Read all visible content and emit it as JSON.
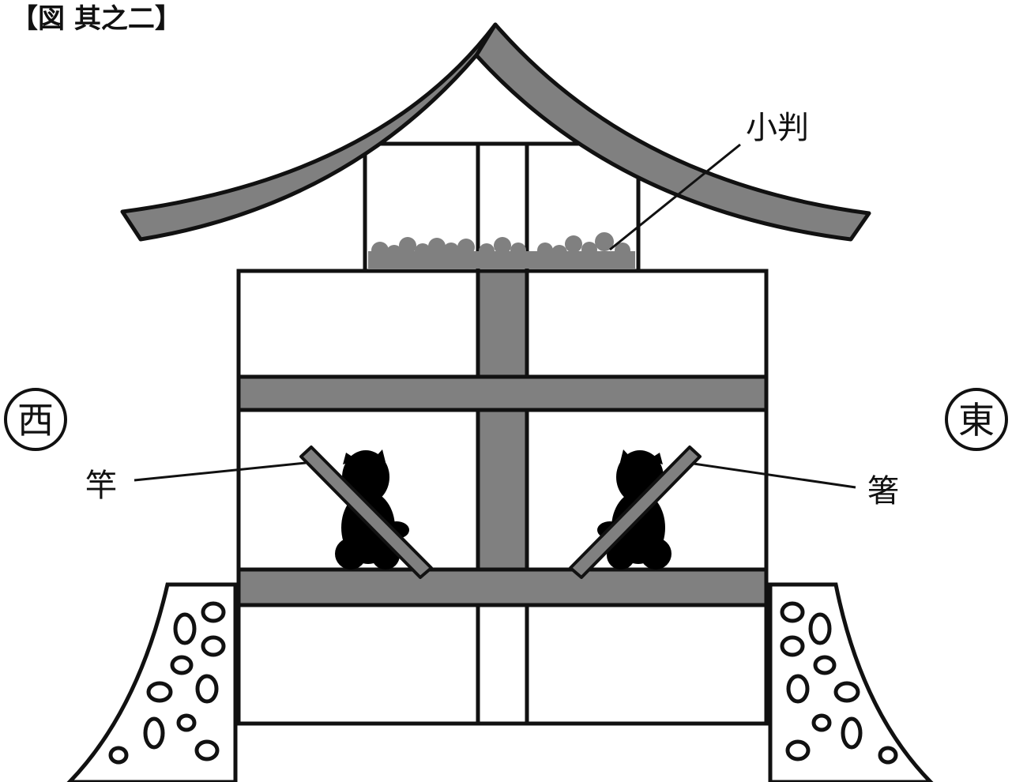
{
  "figure": {
    "title": "【図 其之二】"
  },
  "labels": {
    "coins": "小判",
    "west": "西",
    "east": "東",
    "left_pole": "竿",
    "right_pole": "箸"
  },
  "colors": {
    "line": "#111111",
    "fill_gray": "#808080",
    "silhouette": "#000000",
    "background": "#ffffff"
  }
}
